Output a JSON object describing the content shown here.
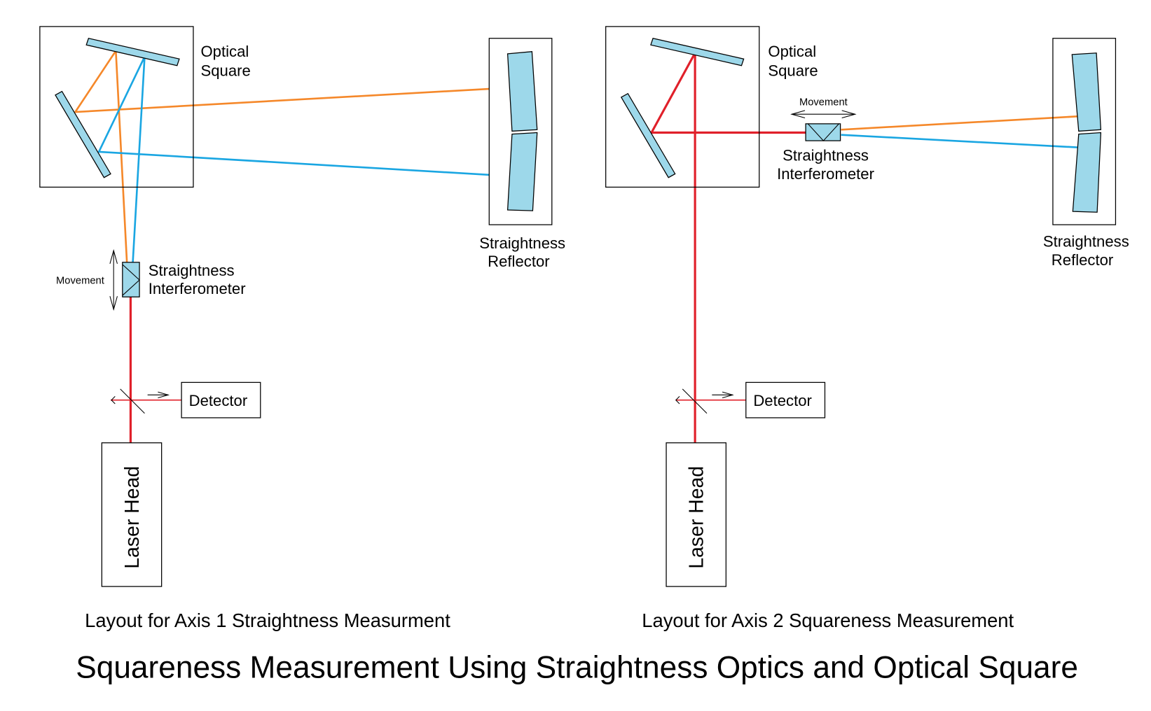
{
  "title": "Squareness Measurement Using Straightness Optics and Optical Square",
  "colors": {
    "laser_beam": "#e0202a",
    "beam_a": "#f5882a",
    "beam_b": "#1aa6e2",
    "optic_fill": "#9dd8ea"
  },
  "left": {
    "caption": "Layout for Axis 1 Straightness Measurment",
    "optical_square": [
      "Optical",
      "Square"
    ],
    "reflector": [
      "Straightness",
      "Reflector"
    ],
    "interferometer": [
      "Straightness",
      "Interferometer"
    ],
    "movement": "Movement",
    "detector": "Detector",
    "laser_head": "Laser Head"
  },
  "right": {
    "caption": "Layout for Axis 2 Squareness Measurement",
    "optical_square": [
      "Optical",
      "Square"
    ],
    "reflector": [
      "Straightness",
      "Reflector"
    ],
    "interferometer": [
      "Straightness",
      "Interferometer"
    ],
    "movement": "Movement",
    "detector": "Detector",
    "laser_head": "Laser Head"
  }
}
